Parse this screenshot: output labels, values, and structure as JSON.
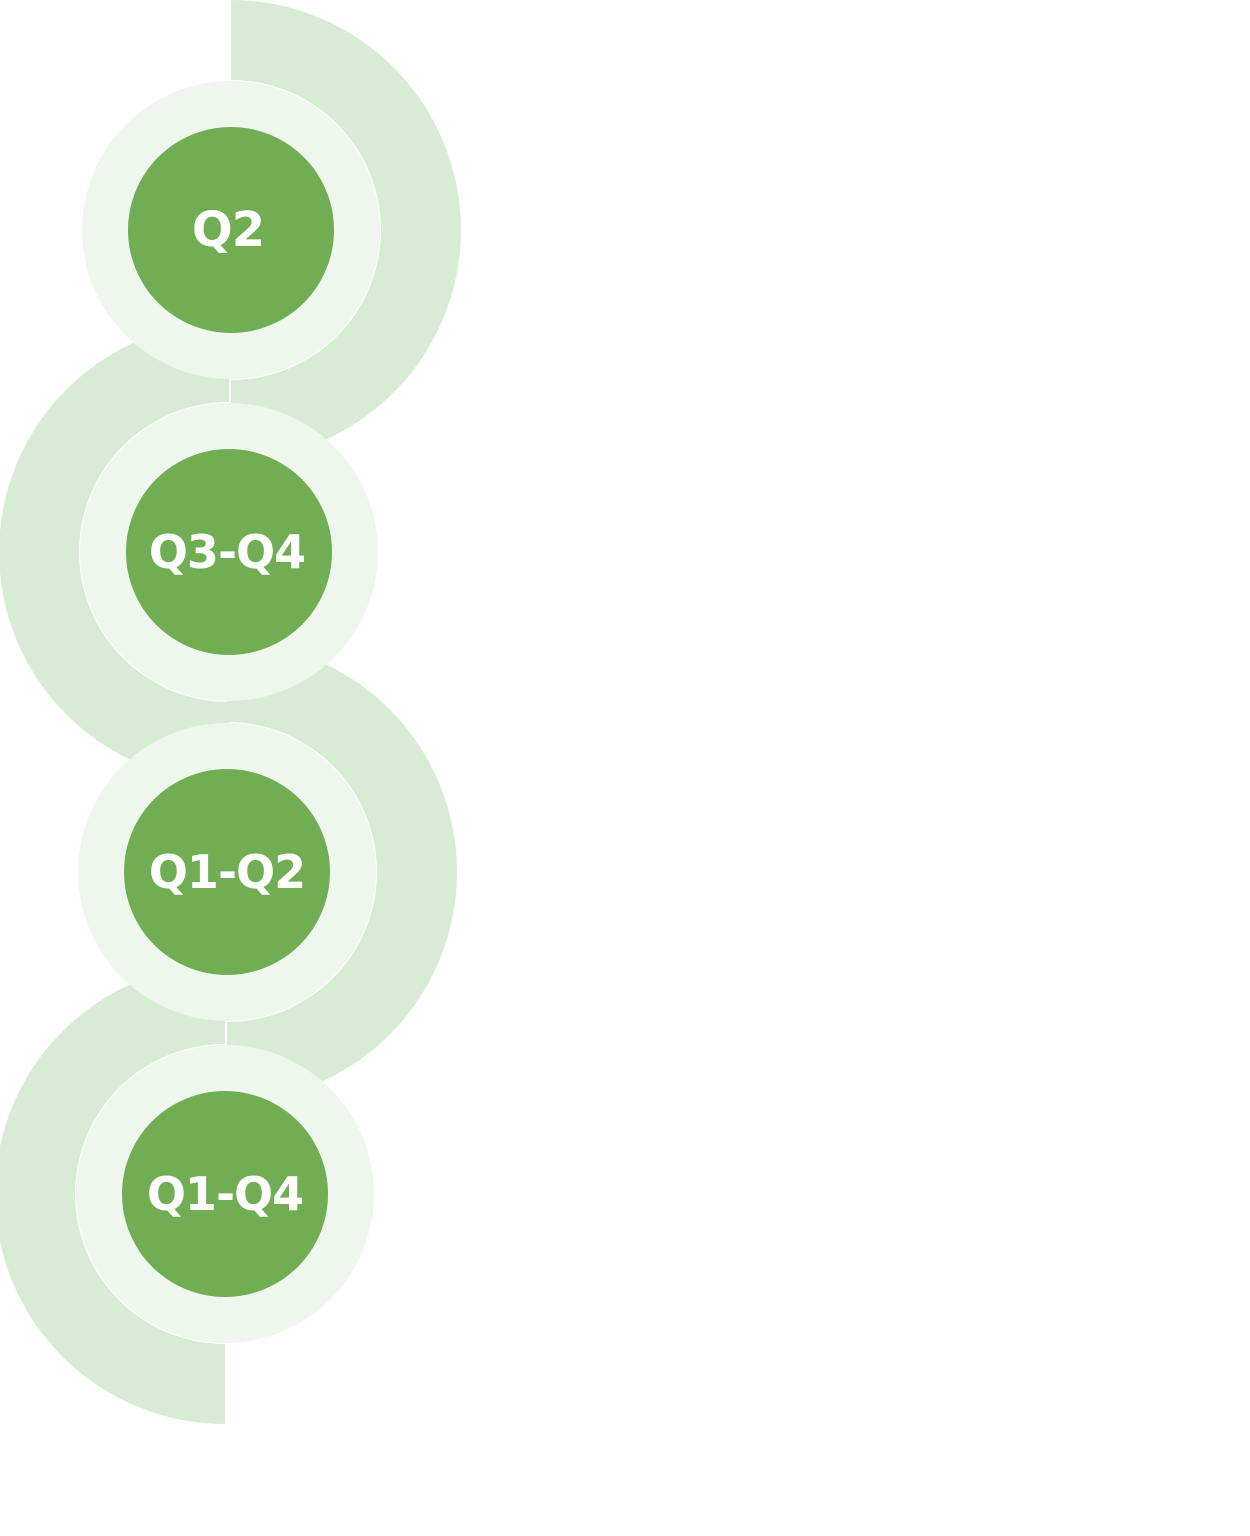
{
  "colors": {
    "outer_ring": "#d8ebd5",
    "inner_ring": "#eff6ee",
    "node_fill": "#70ad53",
    "node_text": "#ffffff",
    "background": "#ffffff"
  },
  "timeline": {
    "nodes": [
      {
        "label": "Q2"
      },
      {
        "label": "Q3-Q4"
      },
      {
        "label": "Q1-Q2"
      },
      {
        "label": "Q1-Q4"
      }
    ]
  }
}
